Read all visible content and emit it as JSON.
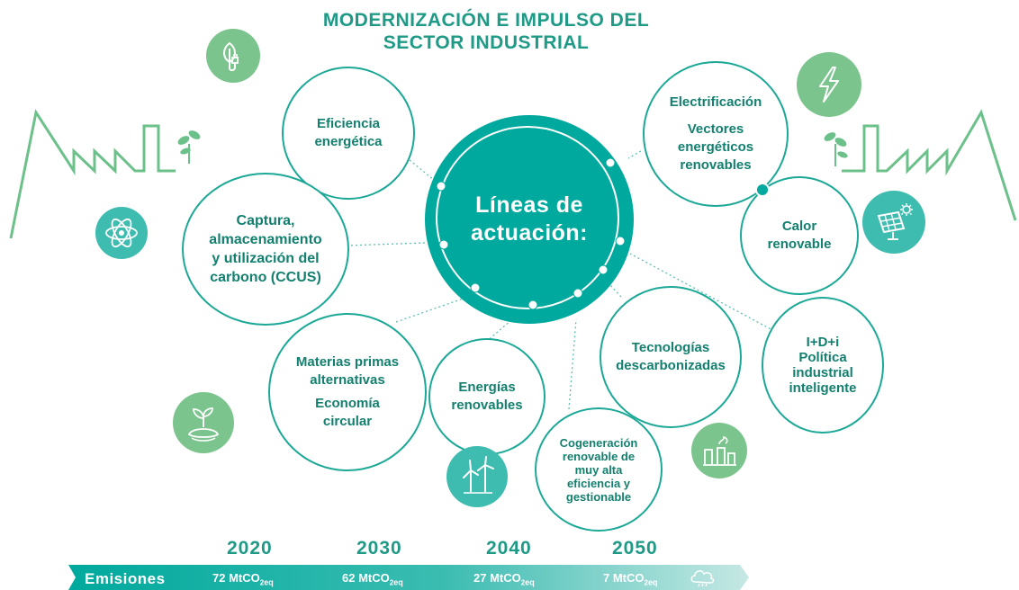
{
  "title": {
    "line1": "MODERNIZACIÓN E IMPULSO DEL",
    "line2": "SECTOR INDUSTRIAL"
  },
  "center": {
    "line1": "Líneas de",
    "line2": "actuación:"
  },
  "bubbles": {
    "eficiencia": [
      "Eficiencia",
      "energética"
    ],
    "electrificacion": [
      "Electrificación"
    ],
    "vectores": [
      "Vectores",
      "energéticos",
      "renovables"
    ],
    "calor": [
      "Calor",
      "renovable"
    ],
    "ccus": [
      "Captura,",
      "almacenamiento",
      "y utilización del",
      "carbono (CCUS)"
    ],
    "materias": [
      "Materias primas",
      "alternativas"
    ],
    "economia": [
      "Economía",
      "circular"
    ],
    "energias": [
      "Energías",
      "renovables"
    ],
    "cogeneracion": [
      "Cogeneración",
      "renovable de",
      "muy alta",
      "eficiencia y",
      "gestionable"
    ],
    "tecnologias": [
      "Tecnologías",
      "descarbonizadas"
    ],
    "idi": [
      "I+D+i",
      "Política",
      "industrial",
      "inteligente"
    ]
  },
  "icons": [
    "plant-plug-icon",
    "lightning-icon",
    "atom-icon",
    "solar-panel-icon",
    "sprout-soil-icon",
    "wind-turbine-icon",
    "factory-icon",
    "cloud-icon"
  ],
  "timeline": {
    "label": "Emisiones",
    "years": [
      "2020",
      "2030",
      "2040",
      "2050"
    ],
    "emissions": [
      {
        "value": "72 MtCO",
        "sub": "2",
        "unit": "eq"
      },
      {
        "value": "62 MtCO",
        "sub": "2",
        "unit": "eq"
      },
      {
        "value": "27 MtCO",
        "sub": "2",
        "unit": "eq"
      },
      {
        "value": "7 MtCO",
        "sub": "2",
        "unit": "eq"
      }
    ]
  },
  "colors": {
    "primary": "#00a99d",
    "text": "#13806f",
    "icon_green": "#7cc48d",
    "icon_teal": "#3fbcb0",
    "skyline": "#6cc08a"
  }
}
